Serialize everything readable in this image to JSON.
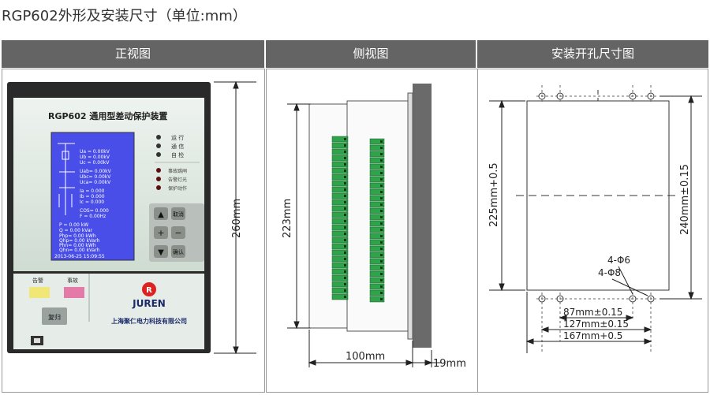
{
  "title": "RGP602外形及安装尺寸（单位:mm）",
  "columns": {
    "front": "正视图",
    "side": "侧视图",
    "cutout": "安装开孔尺寸图"
  },
  "device": {
    "name": "RGP602 通用型差动保护装置",
    "status_leds": [
      "运  行",
      "通  信",
      "自  检"
    ],
    "alarm_leds": [
      "事故跳闸",
      "告警灯光",
      "保护动作"
    ],
    "buttons": {
      "up": "▲",
      "cancel": "取消",
      "plus": "+",
      "minus": "−",
      "down": "▼",
      "confirm": "确认",
      "reset": "复归"
    },
    "indicator_labels": [
      "告警",
      "事故"
    ],
    "brand": "JUREN",
    "company": "上海聚仁电力科技有限公司",
    "lcd": {
      "rows1": [
        "Ua =  0.00kV",
        "Ub =  0.00kV",
        "Uc =  0.00kV"
      ],
      "rows2": [
        "Uab=  0.00kV",
        "Ubc=  0.00kV",
        "Uca=  0.00kV"
      ],
      "rows3": [
        "Ia =  0.000",
        "Ib =  0.000",
        "Ic =  0.000"
      ],
      "rows4": [
        "COS=  0.000",
        "F  =  0.00Hz"
      ],
      "rows5": [
        "P  =  0.00 kW",
        "Q  =  0.00 kVar"
      ],
      "rows6": [
        "Php=  0.00 kWh",
        "Qhp=  0.00 kVarh",
        "Phn=  0.00 kWh",
        "Qhn=  0.00 kVarh"
      ],
      "datetime": "2013-06-25 15:09:55"
    }
  },
  "dimensions": {
    "front_height": "260mm",
    "side_height": "223mm",
    "side_depth": "100mm",
    "side_flange": "19mm",
    "cutout_height": "225mm+0.5",
    "hole_spacing_v": "240mm±0.15",
    "holes_small": "4-Φ6",
    "holes_large": "4-Φ8",
    "hole_spacing_1": "87mm±0.15",
    "hole_spacing_2": "127mm±0.15",
    "cutout_width": "167mm+0.5"
  },
  "colors": {
    "header_bg": "#646464",
    "lcd_blue": "#4a4ee8",
    "terminal_green": "#2fa34a",
    "panel_face": "#d6e4d8",
    "alarm_yellow": "#f1e777",
    "alarm_pink": "#e47aa7"
  }
}
